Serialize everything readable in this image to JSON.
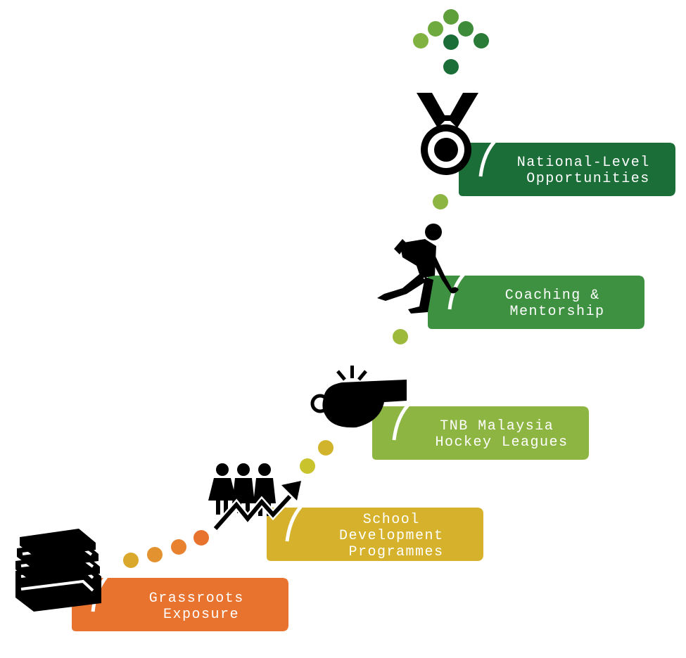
{
  "colors": {
    "grassroots": "#E8732F",
    "school": "#D6B22C",
    "leagues": "#8DB542",
    "coaching": "#3D9140",
    "national": "#1B6E37",
    "icon": "#000000",
    "text": "#FFFFFF"
  },
  "steps": [
    {
      "key": "grassroots",
      "lines": [
        "Grassroots",
        "Exposure"
      ],
      "icon": "books-icon"
    },
    {
      "key": "school",
      "lines": [
        "School",
        "Development",
        "Programmes"
      ],
      "icon": "people-growth-icon"
    },
    {
      "key": "leagues",
      "lines": [
        "TNB Malaysia",
        "Hockey Leagues"
      ],
      "icon": "whistle-icon"
    },
    {
      "key": "coaching",
      "lines": [
        "Coaching &",
        "Mentorship"
      ],
      "icon": "hockey-player-icon"
    },
    {
      "key": "national",
      "lines": [
        "National-Level",
        "Opportunities"
      ],
      "icon": "medal-icon"
    }
  ]
}
